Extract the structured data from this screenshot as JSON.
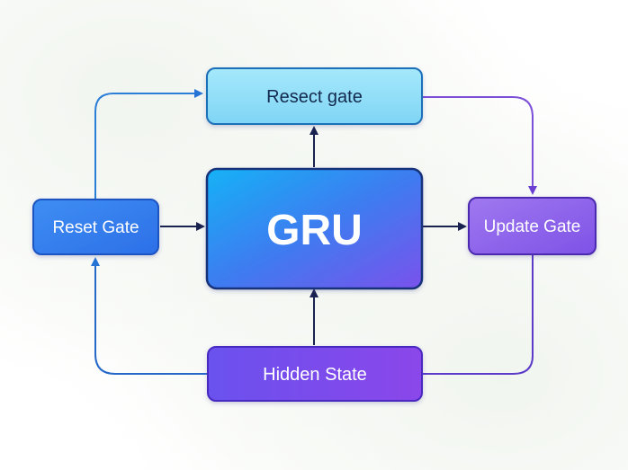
{
  "diagram": {
    "nodes": {
      "reset_gate_top": {
        "label": "Resect gate"
      },
      "reset_gate_left": {
        "label": "Reset Gate"
      },
      "gru": {
        "label": "GRU"
      },
      "update_gate": {
        "label": "Update Gate"
      },
      "hidden_state": {
        "label": "Hidden State"
      }
    }
  }
}
